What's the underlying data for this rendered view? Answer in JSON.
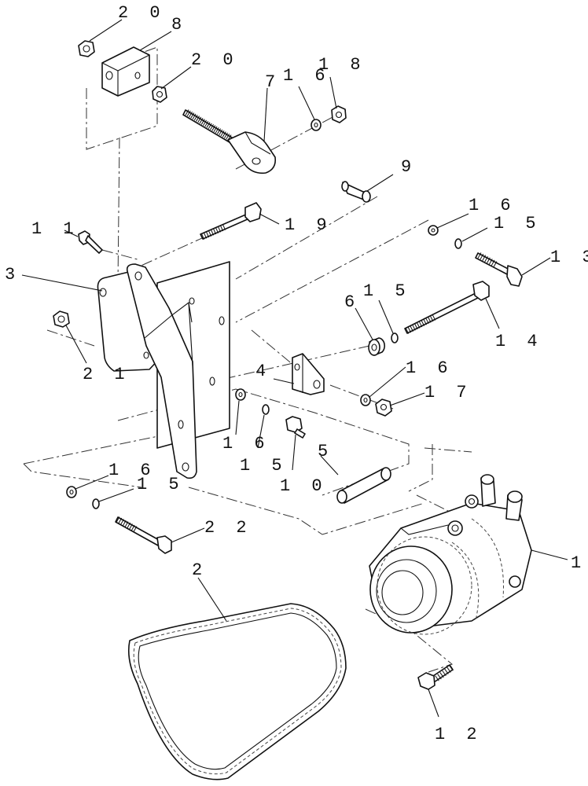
{
  "callouts": [
    {
      "id": "p20a",
      "text": "2 0"
    },
    {
      "id": "p8",
      "text": "8"
    },
    {
      "id": "p20b",
      "text": "2 0"
    },
    {
      "id": "p7",
      "text": "7"
    },
    {
      "id": "p16a",
      "text": "1 6"
    },
    {
      "id": "p18",
      "text": "1 8"
    },
    {
      "id": "p9",
      "text": "9"
    },
    {
      "id": "p16b",
      "text": "1 6"
    },
    {
      "id": "p15a",
      "text": "1 5"
    },
    {
      "id": "p11",
      "text": "1 1"
    },
    {
      "id": "p19",
      "text": "1 9"
    },
    {
      "id": "p13",
      "text": "1 3"
    },
    {
      "id": "p3",
      "text": "3"
    },
    {
      "id": "p6",
      "text": "6"
    },
    {
      "id": "p15b",
      "text": "1 5"
    },
    {
      "id": "p14",
      "text": "1 4"
    },
    {
      "id": "p21",
      "text": "2 1"
    },
    {
      "id": "p4",
      "text": "4"
    },
    {
      "id": "p16c",
      "text": "1 6"
    },
    {
      "id": "p17",
      "text": "1 7"
    },
    {
      "id": "p16d",
      "text": "1 6"
    },
    {
      "id": "p15c",
      "text": "1 5"
    },
    {
      "id": "p5",
      "text": "5"
    },
    {
      "id": "p10",
      "text": "1 0"
    },
    {
      "id": "p16e",
      "text": "1 6"
    },
    {
      "id": "p15d",
      "text": "1 5"
    },
    {
      "id": "p22",
      "text": "2 2"
    },
    {
      "id": "p2",
      "text": "2"
    },
    {
      "id": "p1",
      "text": "1"
    },
    {
      "id": "p12",
      "text": "1 2"
    }
  ]
}
